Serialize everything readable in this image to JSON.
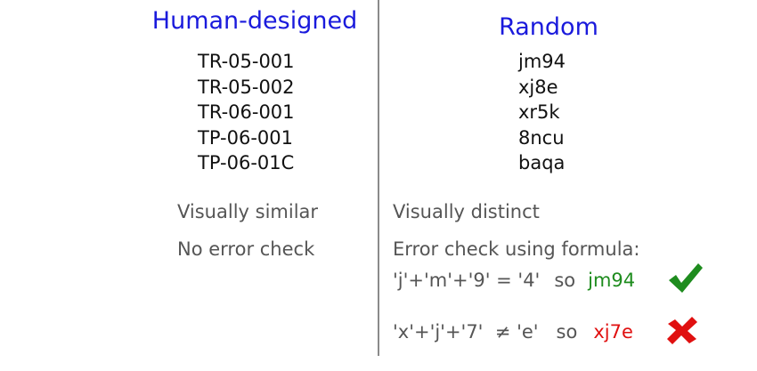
{
  "left": {
    "title": "Human-designed",
    "ids": [
      "TR-05-001",
      "TR-05-002",
      "TR-06-001",
      "TP-06-001",
      "TP-06-01C"
    ],
    "property": "Visually similar",
    "check": "No error check"
  },
  "right": {
    "title": "Random",
    "ids": [
      "jm94",
      "xj8e",
      "xr5k",
      "8ncu",
      "baqa"
    ],
    "property": "Visually distinct",
    "check_heading": "Error check using formula:",
    "example_valid": {
      "formula": "'j'+'m'+'9' = '4'",
      "connector": "so",
      "code": "jm94",
      "mark_icon": "checkmark-icon"
    },
    "example_invalid": {
      "formula": "'x'+'j'+'7'  ≠ 'e'",
      "connector": "so",
      "code": "xj7e",
      "mark_icon": "cross-icon"
    }
  },
  "colors": {
    "title": "#1a1adc",
    "valid": "#1e8c1e",
    "invalid": "#e01010",
    "divider": "#8a8a8a",
    "muted_text": "#555555"
  }
}
